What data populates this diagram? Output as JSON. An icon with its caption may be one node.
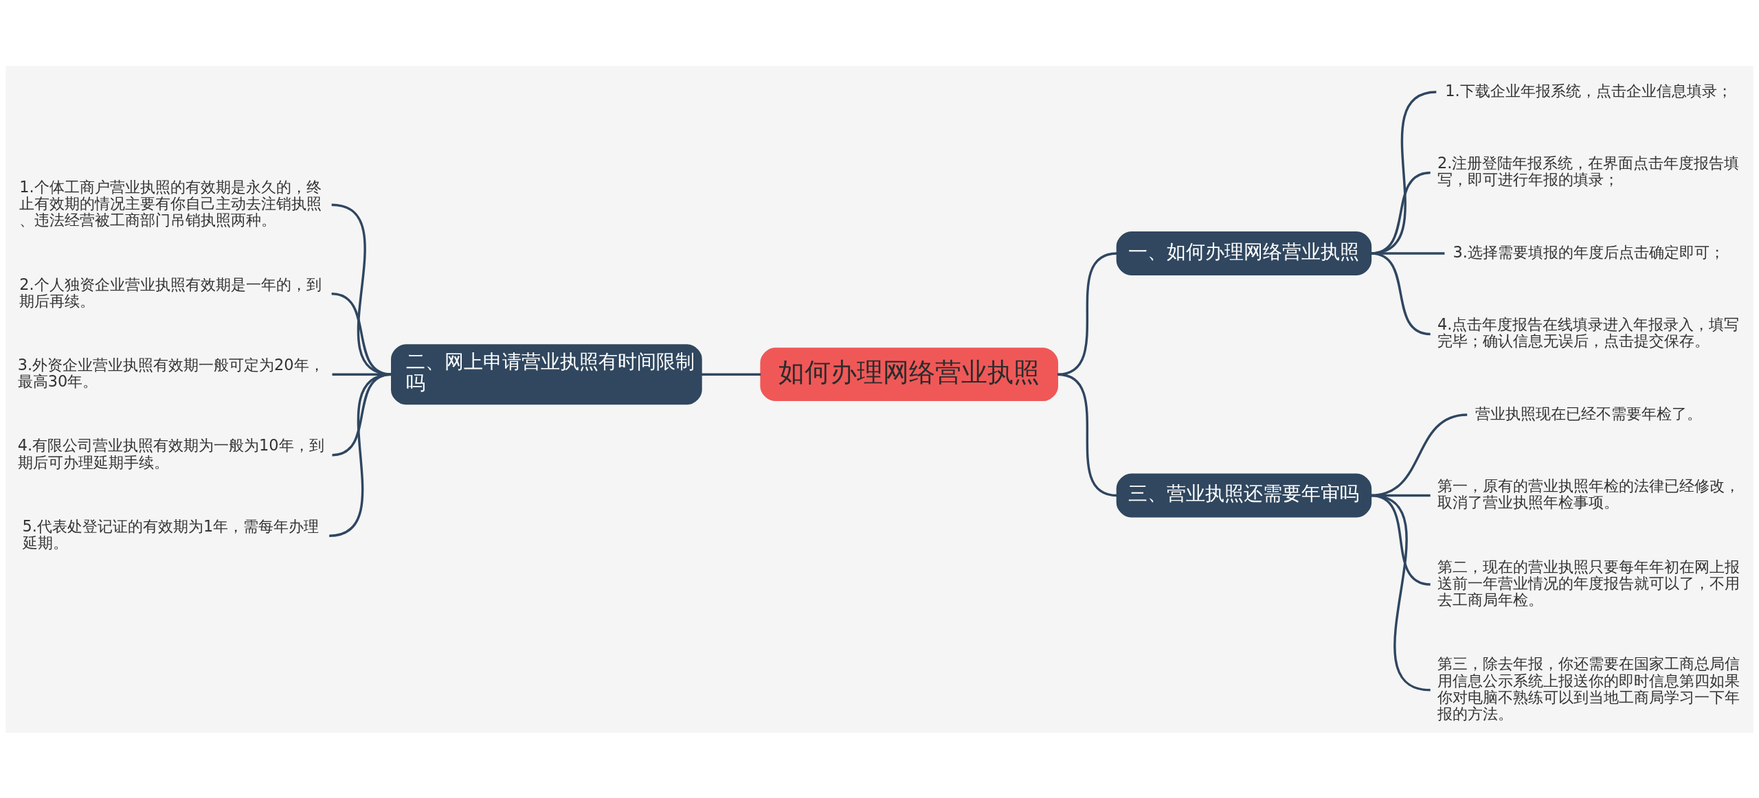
{
  "diagram": {
    "nodes": [
      {
        "text": [
          "如何办理网络营业执照"
        ]
      },
      {
        "text": [
          "一、如何办理网络营业执照"
        ]
      },
      {
        "text": [
          "1.下载企业年报系统，点击企业信息填录；"
        ]
      },
      {
        "text": [
          "2.注册登陆年报系统，在界面点击年度报告填写，即可进行年报的填录；"
        ]
      },
      {
        "text": [
          "3.选择需要填报的年度后点击确定即可；"
        ]
      },
      {
        "text": [
          "4.点击年度报告在线填录进入年报录入，填写完毕；确认信息无误后，点击提交保存。"
        ]
      },
      {
        "text": [
          "二、网上申请营业执照有时间限制吗"
        ]
      },
      {
        "text": [
          "1.个体工商户营业执照的有效期是永久的，终止有效期的情况主要有你自己主动去注销执照、违法经营被工商部门吊销执照两种。"
        ]
      },
      {
        "text": [
          "2.个人独资企业营业执照有效期是一年的，到期后再续。"
        ]
      },
      {
        "text": [
          "3.外资企业营业执照有效期一般可定为20年，最高30年。"
        ]
      },
      {
        "text": [
          "4.有限公司营业执照有效期为一般为10年，到期后可办理延期手续。"
        ]
      },
      {
        "text": [
          "5.代表处登记证的有效期为1年，需每年办理延期。"
        ]
      },
      {
        "text": [
          "三、营业执照还需要年审吗"
        ]
      },
      {
        "text": [
          "营业执照现在已经不需要年检了。"
        ]
      },
      {
        "text": [
          "第一，原有的营业执照年检的法律已经修改，取消了营业执照年检事项。"
        ]
      },
      {
        "text": [
          "第二，现在的营业执照只要每年年初在网上报送前一年营业情况的年度报告就可以了，不用去工商局年检。"
        ]
      },
      {
        "text": [
          "第三，除去年报，你还需要在国家工商总局信用信息公示系统上报送你的即时信息第四如果你对电脑不熟练可以到当地工商局学习一下年报的方法。"
        ]
      }
    ],
    "edges": [
      {
        "from": 0,
        "to": 1,
        "arrow": "none"
      },
      {
        "from": 1,
        "to": 2,
        "arrow": "none"
      },
      {
        "from": 1,
        "to": 3,
        "arrow": "none"
      },
      {
        "from": 1,
        "to": 4,
        "arrow": "none"
      },
      {
        "from": 1,
        "to": 5,
        "arrow": "none"
      },
      {
        "from": 0,
        "to": 6,
        "arrow": "none"
      },
      {
        "from": 6,
        "to": 7,
        "arrow": "none"
      },
      {
        "from": 6,
        "to": 8,
        "arrow": "none"
      },
      {
        "from": 6,
        "to": 9,
        "arrow": "none"
      },
      {
        "from": 6,
        "to": 10,
        "arrow": "none"
      },
      {
        "from": 6,
        "to": 11,
        "arrow": "none"
      },
      {
        "from": 0,
        "to": 12,
        "arrow": "none"
      },
      {
        "from": 12,
        "to": 13,
        "arrow": "none"
      },
      {
        "from": 12,
        "to": 14,
        "arrow": "none"
      },
      {
        "from": 12,
        "to": 15,
        "arrow": "none"
      },
      {
        "from": 12,
        "to": 16,
        "arrow": "none"
      }
    ]
  }
}
